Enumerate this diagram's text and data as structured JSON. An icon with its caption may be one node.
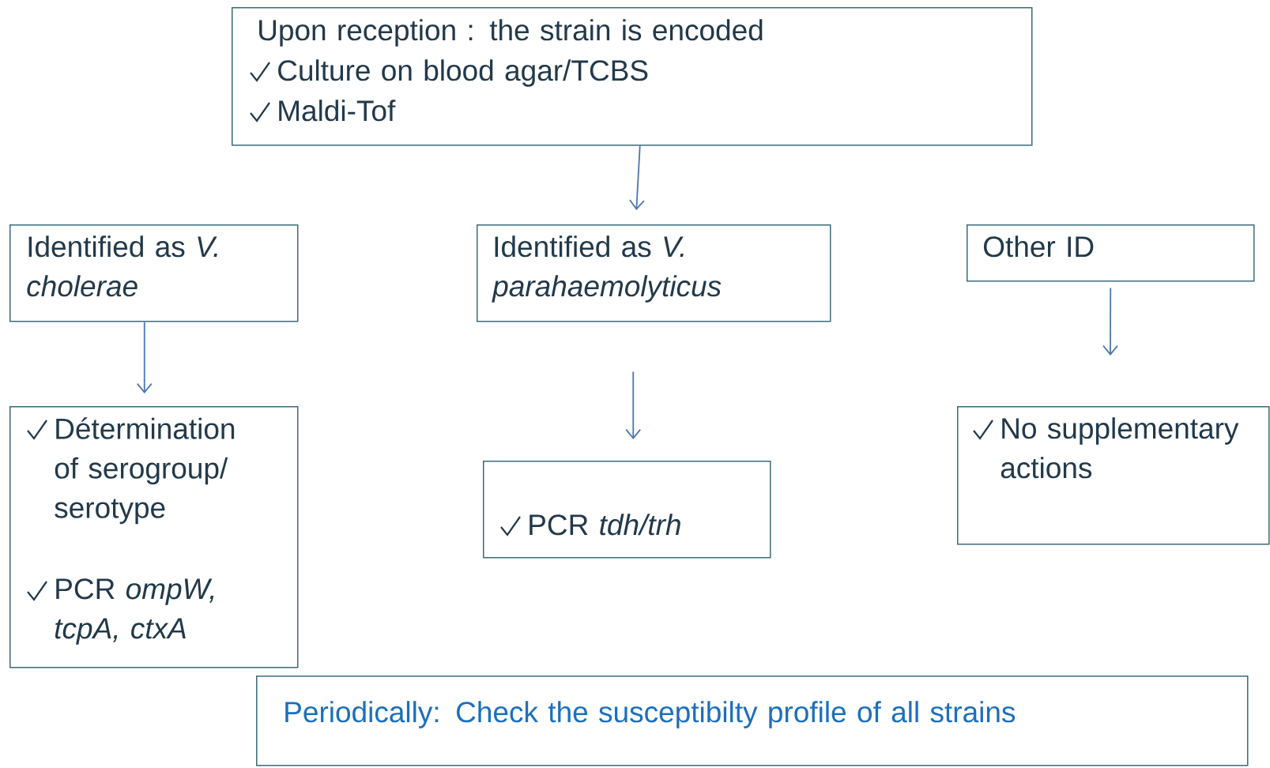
{
  "diagram": {
    "nodes": [
      {
        "text": [
          "Upon reception : the strain is encoded",
          "Culture on blood agar/TCBS",
          "Maldi-Tof"
        ]
      },
      {
        "text": [
          "Identified as *V. cholerae*"
        ]
      },
      {
        "text": [
          "Identified as *V. parahaemolyticus*"
        ]
      },
      {
        "text": [
          "Other ID"
        ]
      },
      {
        "text": [
          "Détermination of serogroup/ serotype",
          "PCR *ompW, tcpA, ctxA*"
        ]
      },
      {
        "text": [
          "PCR *tdh/trh*"
        ]
      },
      {
        "text": [
          "No supplementary actions"
        ]
      },
      {
        "text": [
          "Periodically: Check the susceptibilty profile of all strains"
        ]
      }
    ],
    "edges": [
      {
        "from": 0,
        "to": 2,
        "arrow": "to"
      },
      {
        "from": 1,
        "to": 4,
        "arrow": "to"
      },
      {
        "from": 2,
        "to": 5,
        "arrow": "to"
      },
      {
        "from": 3,
        "to": 6,
        "arrow": "to"
      }
    ]
  }
}
